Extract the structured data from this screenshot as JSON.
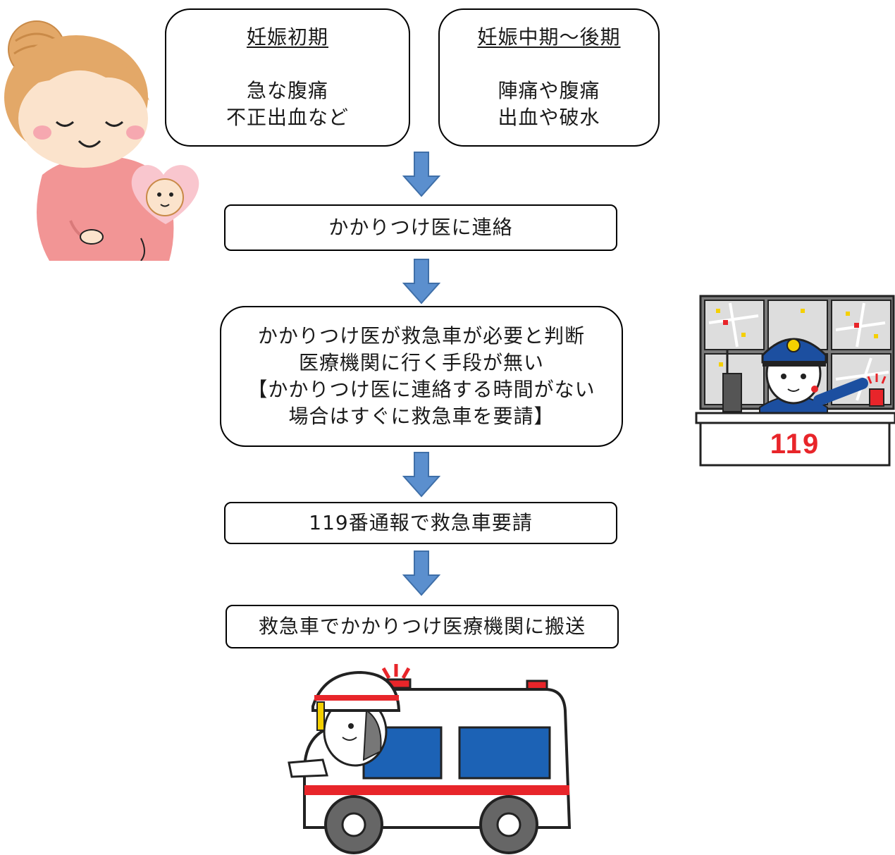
{
  "symptoms": {
    "early": {
      "heading": "妊娠初期",
      "line1": "急な腹痛",
      "line2": "不正出血など"
    },
    "mid_late": {
      "heading": "妊娠中期～後期",
      "line1": "陣痛や腹痛",
      "line2": "出血や破水"
    }
  },
  "steps": {
    "contact": "かかりつけ医に連絡",
    "judgement": [
      "かかりつけ医が救急車が必要と判断",
      "医療機関に行く手段が無い",
      "【かかりつけ医に連絡する時間がない",
      "場合はすぐに救急車を要請】"
    ],
    "call": "119番通報で救急車要請",
    "transport": "救急車でかかりつけ医療機関に搬送"
  },
  "dispatcher_desk_label": "119",
  "colors": {
    "arrow": "#5b8fce",
    "arrow_stroke": "#3f6fa8",
    "ambulance_red": "#e8252a",
    "ambulance_blue": "#1c62b5",
    "skin": "#f6d2b4",
    "dress": "#f08f8f",
    "hair": "#d99b5a"
  },
  "illustrations": [
    "pregnant-woman-illustration",
    "dispatcher-illustration",
    "ambulance-illustration"
  ]
}
